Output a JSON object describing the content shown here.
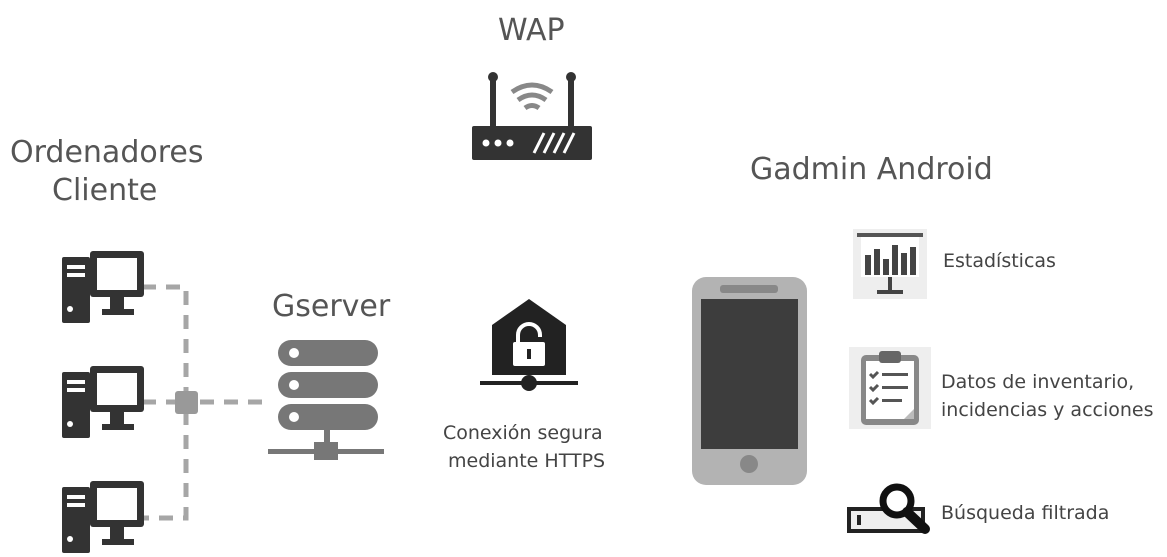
{
  "labels": {
    "wap": "WAP",
    "clients_line1": "Ordenadores",
    "clients_line2": "Cliente",
    "gserver": "Gserver",
    "secure_line1": "Conexión segura",
    "secure_line2": "mediante HTTPS",
    "gadmin": "Gadmin Android"
  },
  "features": [
    {
      "icon": "statistics-chart-icon",
      "text": "Estadísticas"
    },
    {
      "icon": "clipboard-checklist-icon",
      "text_line1": "Datos de inventario,",
      "text_line2": "incidencias y acciones"
    },
    {
      "icon": "magnifier-search-icon",
      "text": "Búsqueda filtrada"
    }
  ],
  "colors": {
    "dark": "#333333",
    "mid": "#777777",
    "light": "#aaaaaa",
    "connector": "#999999"
  }
}
